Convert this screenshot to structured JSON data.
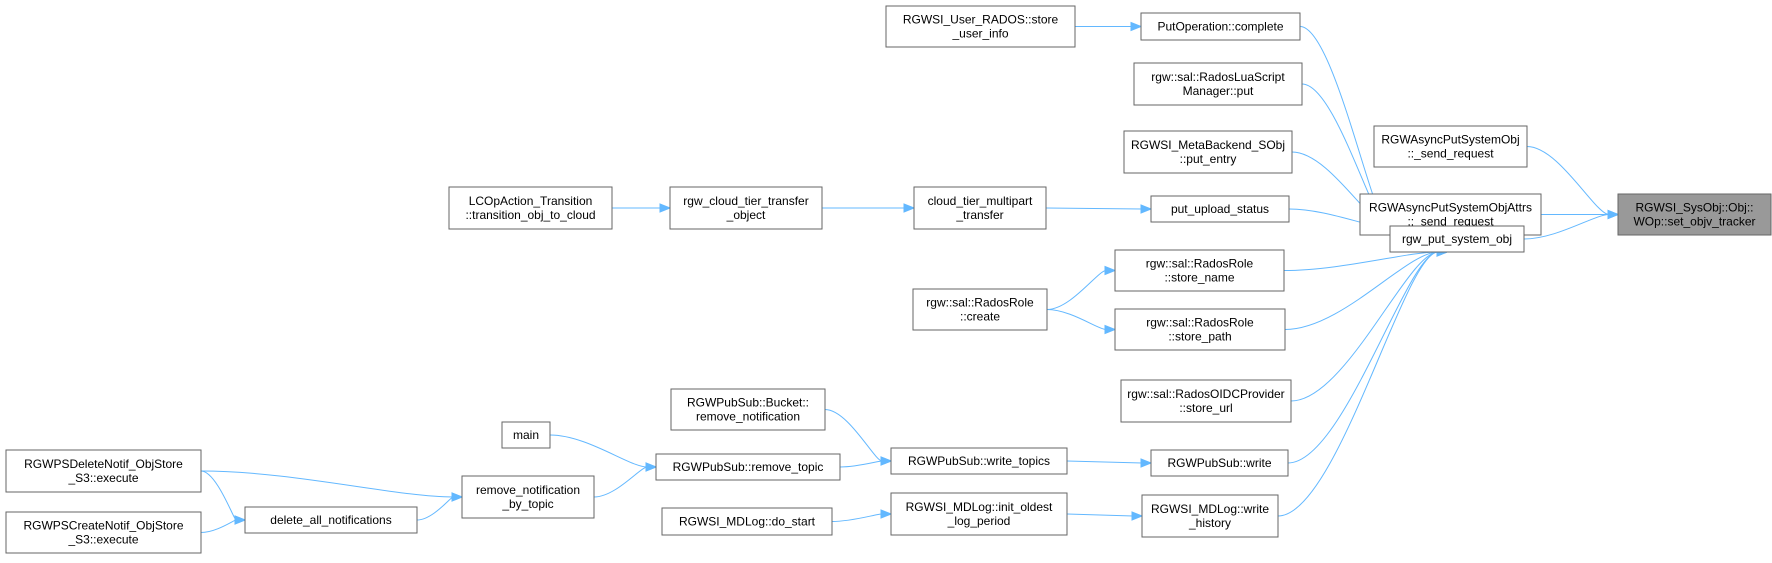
{
  "nodes": {
    "user_rados_store": [
      "RGWSI_User_RADOS::store",
      "_user_info"
    ],
    "put_op_complete": [
      "PutOperation::complete"
    ],
    "lua_script_put": [
      "rgw::sal::RadosLuaScript",
      "Manager::put"
    ],
    "meta_backend_put": [
      "RGWSI_MetaBackend_SObj",
      "::put_entry"
    ],
    "lc_transition": [
      "LCOpAction_Transition",
      "::transition_obj_to_cloud"
    ],
    "cloud_tier_transfer": [
      "rgw_cloud_tier_transfer",
      "_object"
    ],
    "cloud_tier_multipart": [
      "cloud_tier_multipart",
      "_transfer"
    ],
    "put_upload_status": [
      "put_upload_status"
    ],
    "role_store_name": [
      "rgw::sal::RadosRole",
      "::store_name"
    ],
    "role_create": [
      "rgw::sal::RadosRole",
      "::create"
    ],
    "role_store_path": [
      "rgw::sal::RadosRole",
      "::store_path"
    ],
    "oidc_store_url": [
      "rgw::sal::RadosOIDCProvider",
      "::store_url"
    ],
    "async_put_sysobj": [
      "RGWAsyncPutSystemObj",
      "::_send_request"
    ],
    "async_put_attrs": [
      "RGWAsyncPutSystemObjAttrs",
      "::_send_request"
    ],
    "set_objv_tracker": [
      "RGWSI_SysObj::Obj::",
      "WOp::set_objv_tracker"
    ],
    "rgw_put_system_obj": [
      "rgw_put_system_obj"
    ],
    "bucket_remove_notification": [
      "RGWPubSub::Bucket::",
      "remove_notification"
    ],
    "main": [
      "main"
    ],
    "remove_topic": [
      "RGWPubSub::remove_topic"
    ],
    "write_topics": [
      "RGWPubSub::write_topics"
    ],
    "pubsub_write": [
      "RGWPubSub::write"
    ],
    "delete_notif_execute": [
      "RGWPSDeleteNotif_ObjStore",
      "_S3::execute"
    ],
    "remove_notification_by_topic": [
      "remove_notification",
      "_by_topic"
    ],
    "delete_all_notifications": [
      "delete_all_notifications"
    ],
    "create_notif_execute": [
      "RGWPSCreateNotif_ObjStore",
      "_S3::execute"
    ],
    "mdlog_do_start": [
      "RGWSI_MDLog::do_start"
    ],
    "mdlog_init_oldest": [
      "RGWSI_MDLog::init_oldest",
      "_log_period"
    ],
    "mdlog_write_history": [
      "RGWSI_MDLog::write",
      "_history"
    ]
  },
  "colors": {
    "edge": "#63b8ff",
    "node_border": "#666666",
    "focus_fill": "#999999",
    "node_fill": "#ffffff"
  }
}
